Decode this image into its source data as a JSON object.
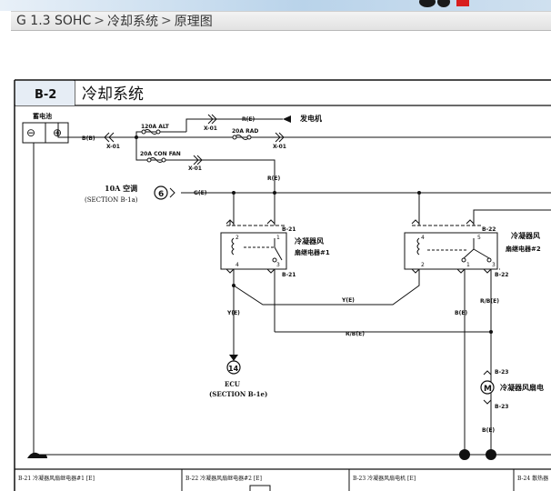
{
  "breadcrumb": {
    "items": [
      "G 1.3 SOHC",
      "冷却系统",
      "原理图"
    ],
    "separator": ">"
  },
  "diagram": {
    "section_code": "B-2",
    "section_title": "冷却系统",
    "battery_label": "蓄电池",
    "battery_negative": "⊖",
    "battery_positive": "⊕",
    "wire_bb": "B(B)",
    "conn_x01_a": "X-01",
    "conn_x01_b": "X-01",
    "conn_x01_c": "X-01",
    "conn_x01_d": "X-01",
    "fuse_alt": "120A ALT",
    "fuse_rad": "20A RAD",
    "fuse_con_fan": "20A CON FAN",
    "wire_re_top": "R(E)",
    "generator_label": "发电机",
    "wire_re_vert": "R(E)",
    "ac_fuse": "10A 空调",
    "ac_section": "(SECTION B-1a)",
    "ac_circle": "6",
    "wire_ge": "G(E)",
    "relay1_conn": "B-21",
    "relay1_conn_b": "B-21",
    "relay1_label_1": "冷凝器风",
    "relay1_label_2": "扇继电器#1",
    "relay1_pin2": "2",
    "relay1_pin1": "1",
    "relay1_pin4": "4",
    "relay1_pin3": "3",
    "relay2_conn": "B-22",
    "relay2_conn_b": "B-22",
    "relay2_label_1": "冷凝器风",
    "relay2_label_2": "扇继电器#2",
    "relay2_pin4": "4",
    "relay2_pin5": "5",
    "relay2_pin2": "2",
    "relay2_pin1": "1",
    "relay2_pin3": "3",
    "wire_ye_horiz": "Y(E)",
    "wire_ye_vert": "Y(E)",
    "wire_be": "B(E)",
    "wire_rbe": "R/B(E)",
    "wire_rbe_horiz": "R/B(E)",
    "ecu_circle": "14",
    "ecu_label": "ECU",
    "ecu_section": "(SECTION B-1e)",
    "motor_conn": "B-23",
    "motor_conn_b": "B-23",
    "motor_symbol": "M",
    "motor_label": "冷凝器风扇电",
    "wire_be_bottom": "B(E)",
    "footer_1": "B-21 冷凝器风扇继电器#1 [E]",
    "footer_2": "B-22 冷凝器风扇继电器#2 [E]",
    "footer_3": "B-23 冷凝器风扇电机 [E]",
    "footer_4": "B-24 散热器"
  },
  "colors": {
    "line": "#111111",
    "header_bg": "#e6edf5"
  }
}
